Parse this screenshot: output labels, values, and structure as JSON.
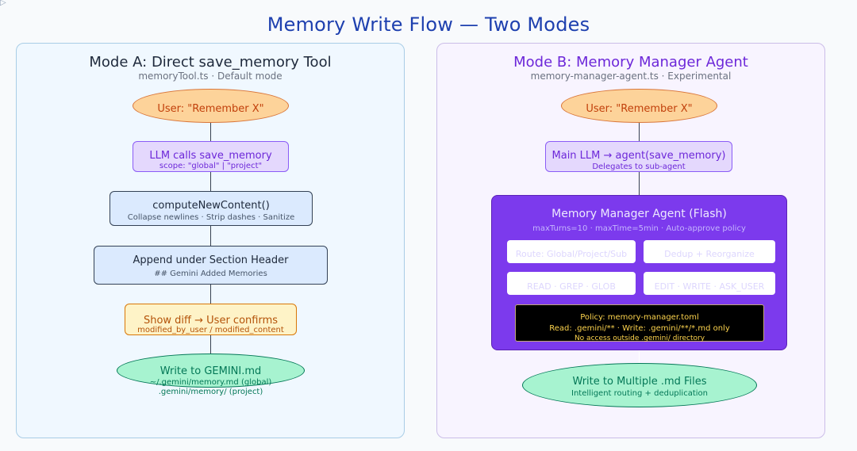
{
  "corner_icon": "play-triangle-outline-icon",
  "corner_glyph": "▷",
  "title": "Memory Write Flow — Two Modes",
  "mode_a": {
    "title": "Mode A: Direct save_memory Tool",
    "subtitle": "memoryTool.ts · Default mode",
    "nodes": [
      {
        "shape": "ellipse",
        "label": "User: \"Remember X\"",
        "sub": ""
      },
      {
        "shape": "box",
        "label": "LLM calls save_memory",
        "sub": "scope: \"global\" | \"project\""
      },
      {
        "shape": "box",
        "label": "computeNewContent()",
        "sub": "Collapse newlines · Strip dashes · Sanitize"
      },
      {
        "shape": "box",
        "label": "Append under Section Header",
        "sub": "## Gemini Added Memories"
      },
      {
        "shape": "box",
        "label": "Show diff → User confirms",
        "sub": "modified_by_user / modified_content"
      },
      {
        "shape": "ellipse",
        "label": "Write to GEMINI.md",
        "sub": "~/.gemini/memory.md (global)",
        "sub2": ".gemini/memory/ (project)"
      }
    ]
  },
  "mode_b": {
    "title": "Mode B: Memory Manager Agent",
    "subtitle": "memory-manager-agent.ts · Experimental",
    "nodes": [
      {
        "shape": "ellipse",
        "label": "User: \"Remember X\"",
        "sub": ""
      },
      {
        "shape": "box",
        "label": "Main LLM → agent(save_memory)",
        "sub": "Delegates to sub-agent"
      }
    ],
    "agent": {
      "title": "Memory Manager Agent (Flash)",
      "subtitle": "maxTurns=10 · maxTime=5min · Auto-approve policy",
      "capabilities": [
        "Route: Global/Project/Sub",
        "Dedup + Reorganize",
        "READ · GREP · GLOB",
        "EDIT · WRITE · ASK_USER"
      ],
      "policy": {
        "title": "Policy: memory-manager.toml",
        "rules": "Read: .gemini/** · Write: .gemini/**/*.md only",
        "note": "No access outside .gemini/ directory"
      }
    },
    "output": {
      "label": "Write to Multiple .md Files",
      "sub": "Intelligent routing + deduplication"
    }
  },
  "colors": {
    "title": "#1e40af",
    "panel_a_bg": "#f0f8ff",
    "panel_b_bg": "#f8f4ff",
    "start_node": "#fdd39a",
    "llm_node": "#e4d8fd",
    "process_node": "#dbeafe",
    "confirm_node": "#fef3c7",
    "end_node": "#a7f3d0",
    "agent_box": "#7c3aed",
    "policy_box": "#000000"
  }
}
